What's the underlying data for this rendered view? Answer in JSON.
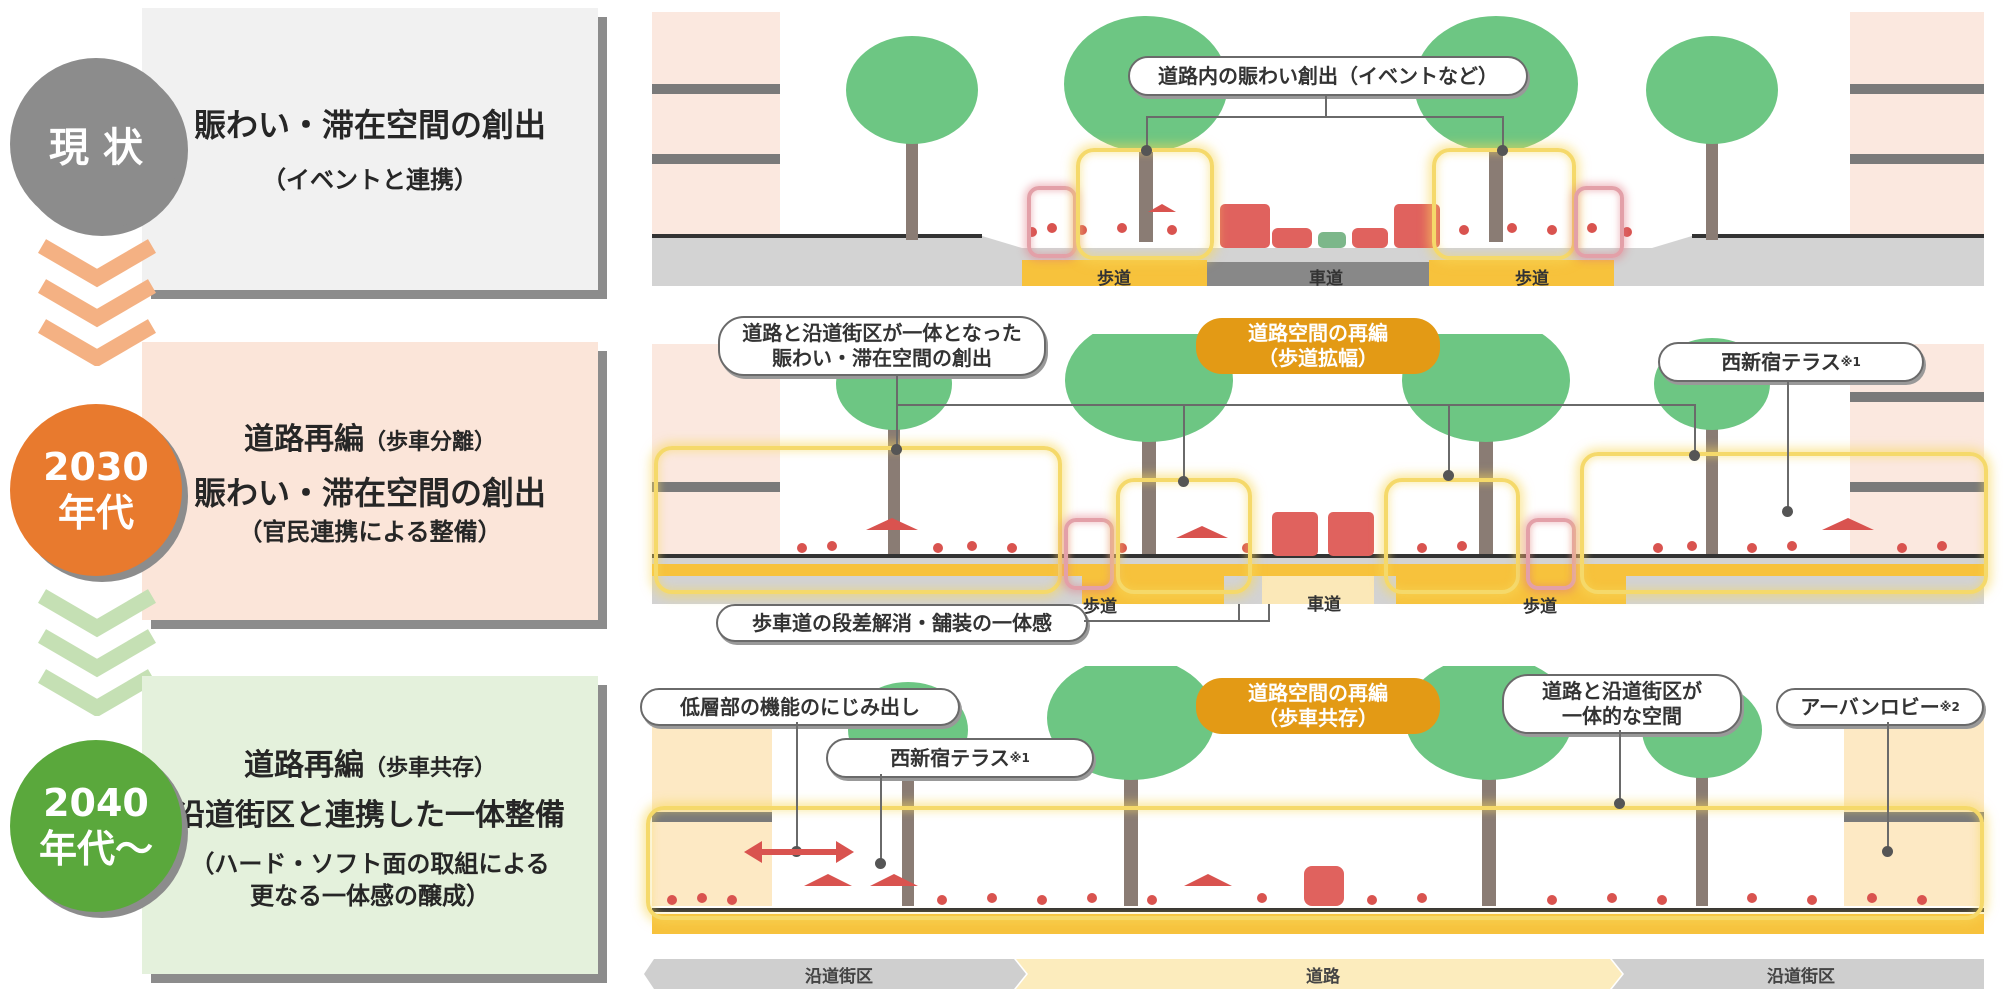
{
  "rows": [
    {
      "stage_label": "現 状",
      "stage_color": "#8c8c8c",
      "panel_color": "#f1f1f1",
      "title_main": "賑わい・滞在空間の創出",
      "title_sub": "（イベントと連携）"
    },
    {
      "stage_label_line1": "2030",
      "stage_label_line2": "年代",
      "stage_color": "#e87a2e",
      "panel_color": "#fbe5d9",
      "title_line1_main": "道路再編",
      "title_line1_sub": "（歩車分離）",
      "title_line2": "賑わい・滞在空間の創出",
      "title_line3": "（官民連携による整備）"
    },
    {
      "stage_label_line1": "2040",
      "stage_label_line2": "年代～",
      "stage_color": "#5aa83c",
      "panel_color": "#e4f1dc",
      "title_line1_main": "道路再編",
      "title_line1_sub": "（歩車共存）",
      "title_line2": "沿道街区と連携した一体整備",
      "title_line3": "（ハード・ソフト面の取組による",
      "title_line4": "更なる一体感の醸成）"
    }
  ],
  "chevron_colors": {
    "first": "#f4b183",
    "second": "#c5e0b4"
  },
  "scene1": {
    "callout": "道路内の賑わい創出（イベントなど）",
    "sidewalk_left": "歩道",
    "roadway": "車道",
    "sidewalk_right": "歩道"
  },
  "scene2": {
    "callout_left_line1": "道路と沿道街区が一体となった",
    "callout_left_line2": "賑わい・滞在空間の創出",
    "callout_center_line1": "道路空間の再編",
    "callout_center_line2": "（歩道拡幅）",
    "callout_right": "西新宿テラス",
    "callout_right_note": "※1",
    "callout_bottom": "歩車道の段差解消・舗装の一体感",
    "sidewalk_left": "歩道",
    "roadway": "車道",
    "sidewalk_right": "歩道"
  },
  "scene3": {
    "callout_lowrise": "低層部の機能のにじみ出し",
    "callout_terrace": "西新宿テラス",
    "callout_terrace_note": "※1",
    "callout_center_line1": "道路空間の再編",
    "callout_center_line2": "（歩車共存）",
    "callout_integrated_line1": "道路と沿道街区が",
    "callout_integrated_line2": "一体的な空間",
    "callout_lobby": "アーバンロビー",
    "callout_lobby_note": "※2"
  },
  "bottom_bar": {
    "left": "沿道街区",
    "center": "道路",
    "right": "沿道街区"
  }
}
